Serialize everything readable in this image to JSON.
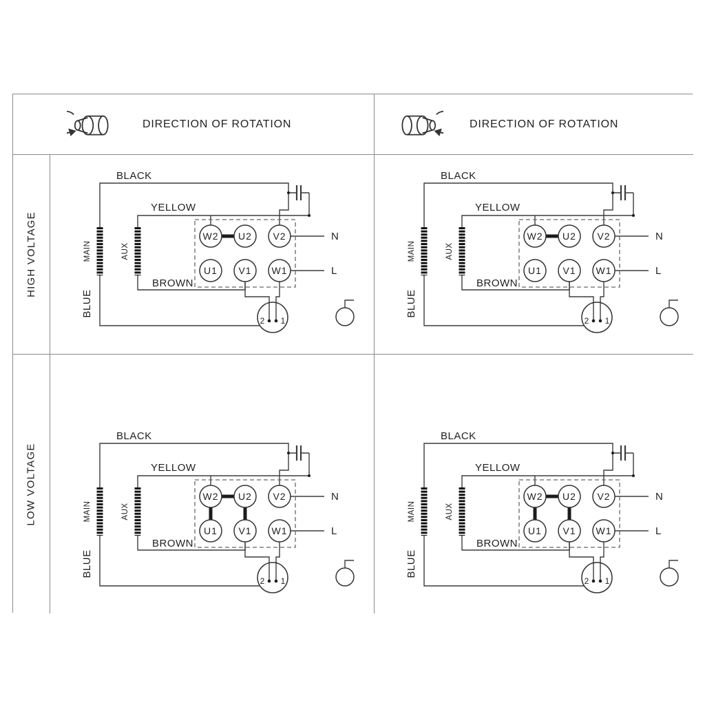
{
  "headers": [
    {
      "label": "DIRECTION OF ROTATION",
      "rotation": "left"
    },
    {
      "label": "DIRECTION OF ROTATION",
      "rotation": "right"
    }
  ],
  "rows": [
    {
      "label": "HIGH VOLTAGE"
    },
    {
      "label": "LOW VOLTAGE"
    }
  ],
  "diagram": {
    "wire_labels": {
      "black": "BLACK",
      "yellow": "YELLOW",
      "brown": "BROWN",
      "blue": "BLUE"
    },
    "winding_labels": {
      "main": "MAIN",
      "aux": "AUX"
    },
    "terminals": [
      "W2",
      "U2",
      "V2",
      "U1",
      "V1",
      "W1"
    ],
    "line_labels": {
      "n": "N",
      "l": "L"
    },
    "plug_pins": [
      "2",
      "1"
    ]
  },
  "quadrants": [
    {
      "row": "high-voltage",
      "col": "left",
      "links": [
        [
          "W2",
          "U2"
        ]
      ]
    },
    {
      "row": "high-voltage",
      "col": "right",
      "links": [
        [
          "W2",
          "U2"
        ]
      ]
    },
    {
      "row": "low-voltage",
      "col": "left",
      "links": [
        [
          "W2",
          "U2"
        ],
        [
          "W2",
          "U1"
        ],
        [
          "U2",
          "V1"
        ]
      ]
    },
    {
      "row": "low-voltage",
      "col": "right",
      "links": [
        [
          "W2",
          "U2"
        ],
        [
          "W2",
          "U1"
        ],
        [
          "U2",
          "V1"
        ]
      ]
    }
  ],
  "colors": {
    "line": "#3c3c3c",
    "frame": "#8a8a8a",
    "text": "#1f1f1f",
    "background": "#ffffff"
  }
}
